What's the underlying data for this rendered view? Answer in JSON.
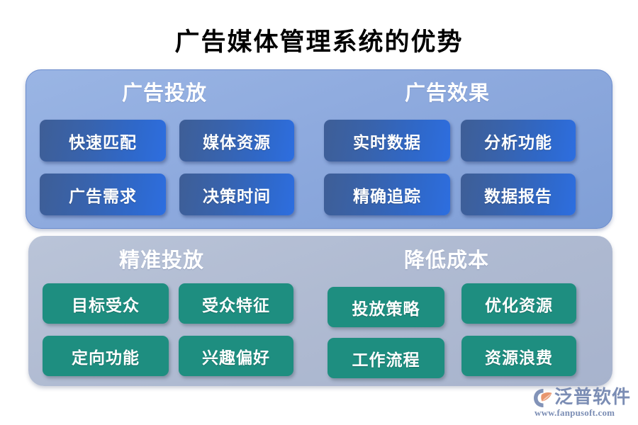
{
  "title": "广告媒体管理系统的优势",
  "colors": {
    "page_background": "#ffffff",
    "panel_top": "#8eaade",
    "panel_bottom": "#b0bbd2",
    "card_blue": "#2f68c9",
    "card_green": "#1e8e80",
    "title_text": "#000000",
    "heading_text": "#ffffff",
    "logo_text": "#7b8db4",
    "logo_accent": "#e8956d"
  },
  "panels": [
    {
      "id": "panel-top",
      "sections": [
        {
          "heading": "广告投放",
          "cards": [
            "快速匹配",
            "媒体资源",
            "广告需求",
            "决策时间"
          ]
        },
        {
          "heading": "广告效果",
          "cards": [
            "实时数据",
            "分析功能",
            "精确追踪",
            "数据报告"
          ]
        }
      ]
    },
    {
      "id": "panel-bottom",
      "sections": [
        {
          "heading": "精准投放",
          "cards": [
            "目标受众",
            "受众特征",
            "定向功能",
            "兴趣偏好"
          ]
        },
        {
          "heading": "降低成本",
          "cards": [
            "投放策略",
            "优化资源",
            "工作流程",
            "资源浪费"
          ]
        }
      ]
    }
  ],
  "logo": {
    "name": "泛普软件",
    "url": "www.fanpusoft.com",
    "mark": "fanpu-leaf-icon"
  }
}
